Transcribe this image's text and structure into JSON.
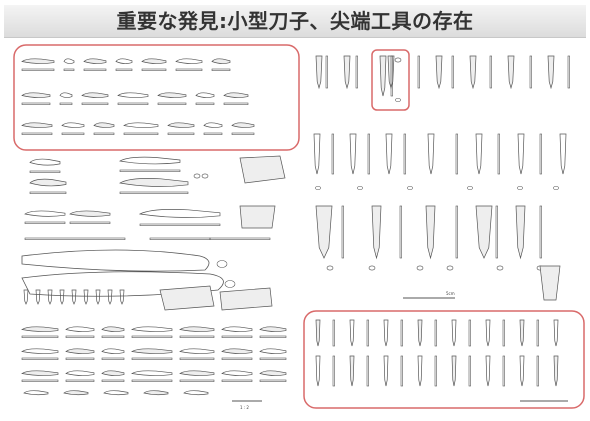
{
  "slide": {
    "title": "重要な発見:小型刀子、尖端工具の存在"
  },
  "colors": {
    "highlight": "#d96a6a",
    "ink": "#555555",
    "title_bar": "#e2e2e2"
  },
  "figure_labels": {
    "scale_left": "1 : 2",
    "scale_right": "5cm"
  },
  "highlights": [
    {
      "name": "highlight-small-knives"
    },
    {
      "name": "highlight-pointed-tool"
    },
    {
      "name": "highlight-awl-group"
    }
  ]
}
